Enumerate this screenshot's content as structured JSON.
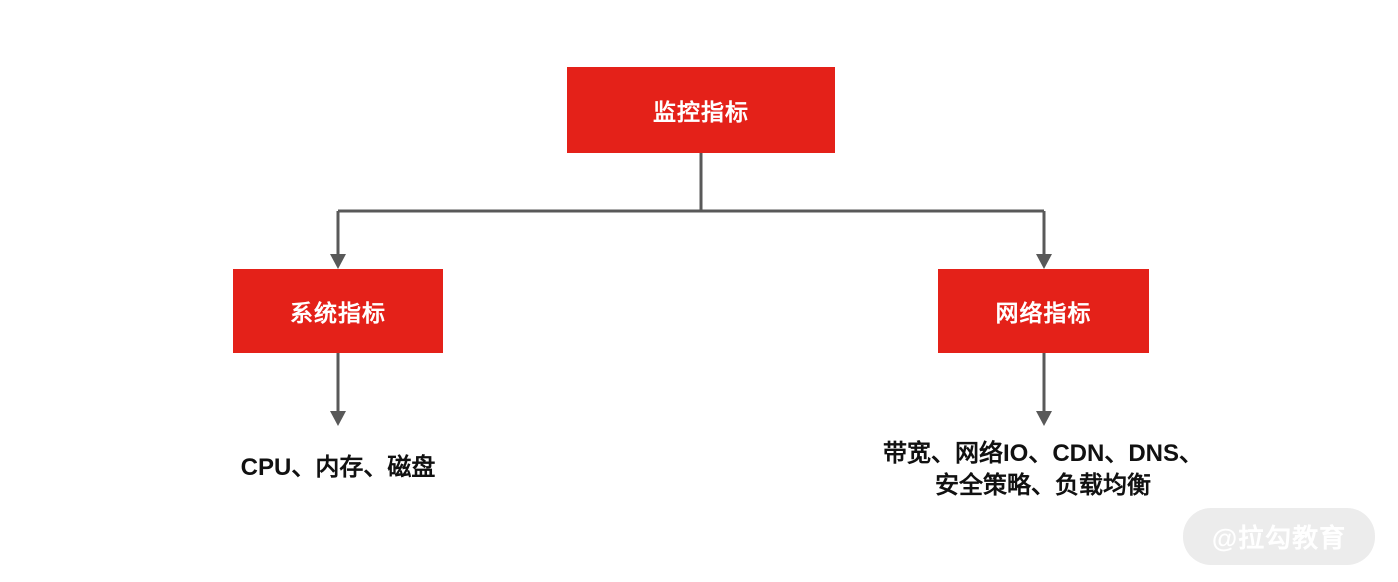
{
  "diagram": {
    "root": {
      "label": "监控指标"
    },
    "children": [
      {
        "label": "系统指标",
        "leaf": "CPU、内存、磁盘"
      },
      {
        "label": "网络指标",
        "leaf_line1": "带宽、网络IO、CDN、DNS、",
        "leaf_line2": "安全策略、负载均衡"
      }
    ],
    "colors": {
      "node_background": "#e42119",
      "node_text": "#ffffff",
      "connector_line": "#595959",
      "leaf_text": "#111111"
    }
  },
  "watermark": {
    "text": "@拉勾教育"
  }
}
